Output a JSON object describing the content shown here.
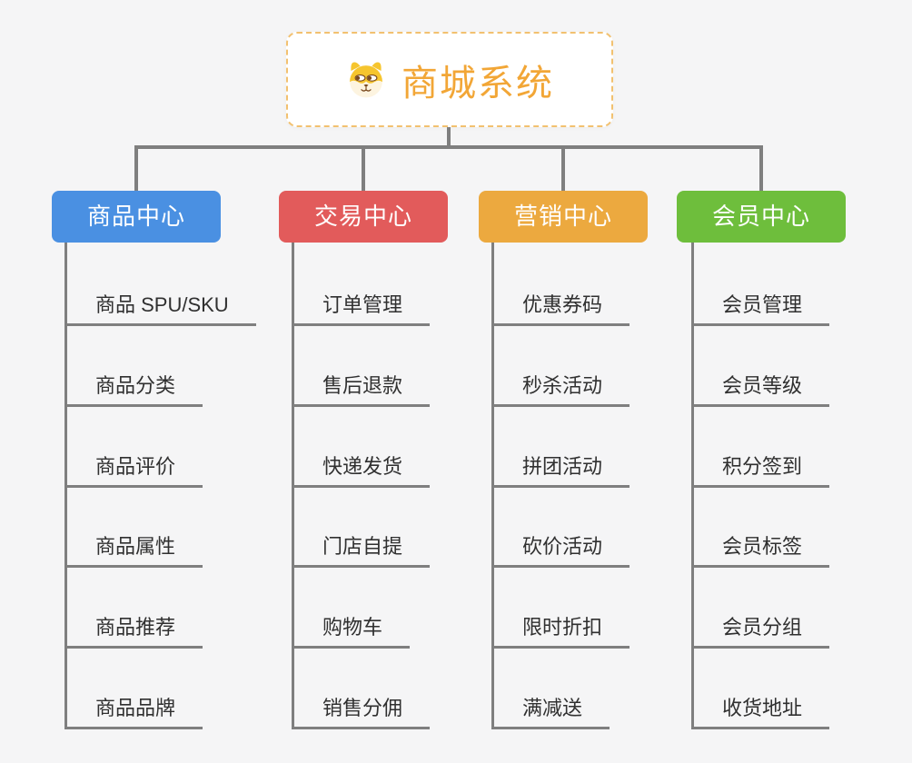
{
  "root": {
    "title": "商城系统",
    "icon": "dog-face-icon"
  },
  "branches": [
    {
      "label": "商品中心",
      "color": "#4a90e2",
      "items": [
        "商品 SPU/SKU",
        "商品分类",
        "商品评价",
        "商品属性",
        "商品推荐",
        "商品品牌"
      ]
    },
    {
      "label": "交易中心",
      "color": "#e25b5b",
      "items": [
        "订单管理",
        "售后退款",
        "快递发货",
        "门店自提",
        "购物车",
        "销售分佣"
      ]
    },
    {
      "label": "营销中心",
      "color": "#eca93f",
      "items": [
        "优惠券码",
        "秒杀活动",
        "拼团活动",
        "砍价活动",
        "限时折扣",
        "满减送"
      ]
    },
    {
      "label": "会员中心",
      "color": "#6ebe3c",
      "items": [
        "会员管理",
        "会员等级",
        "积分签到",
        "会员标签",
        "会员分组",
        "收货地址"
      ]
    }
  ],
  "colors": {
    "background": "#f5f5f6",
    "connector": "#7f7f7f",
    "root_accent": "#f2a636",
    "root_border": "#f2c170",
    "item_text": "#303030"
  }
}
